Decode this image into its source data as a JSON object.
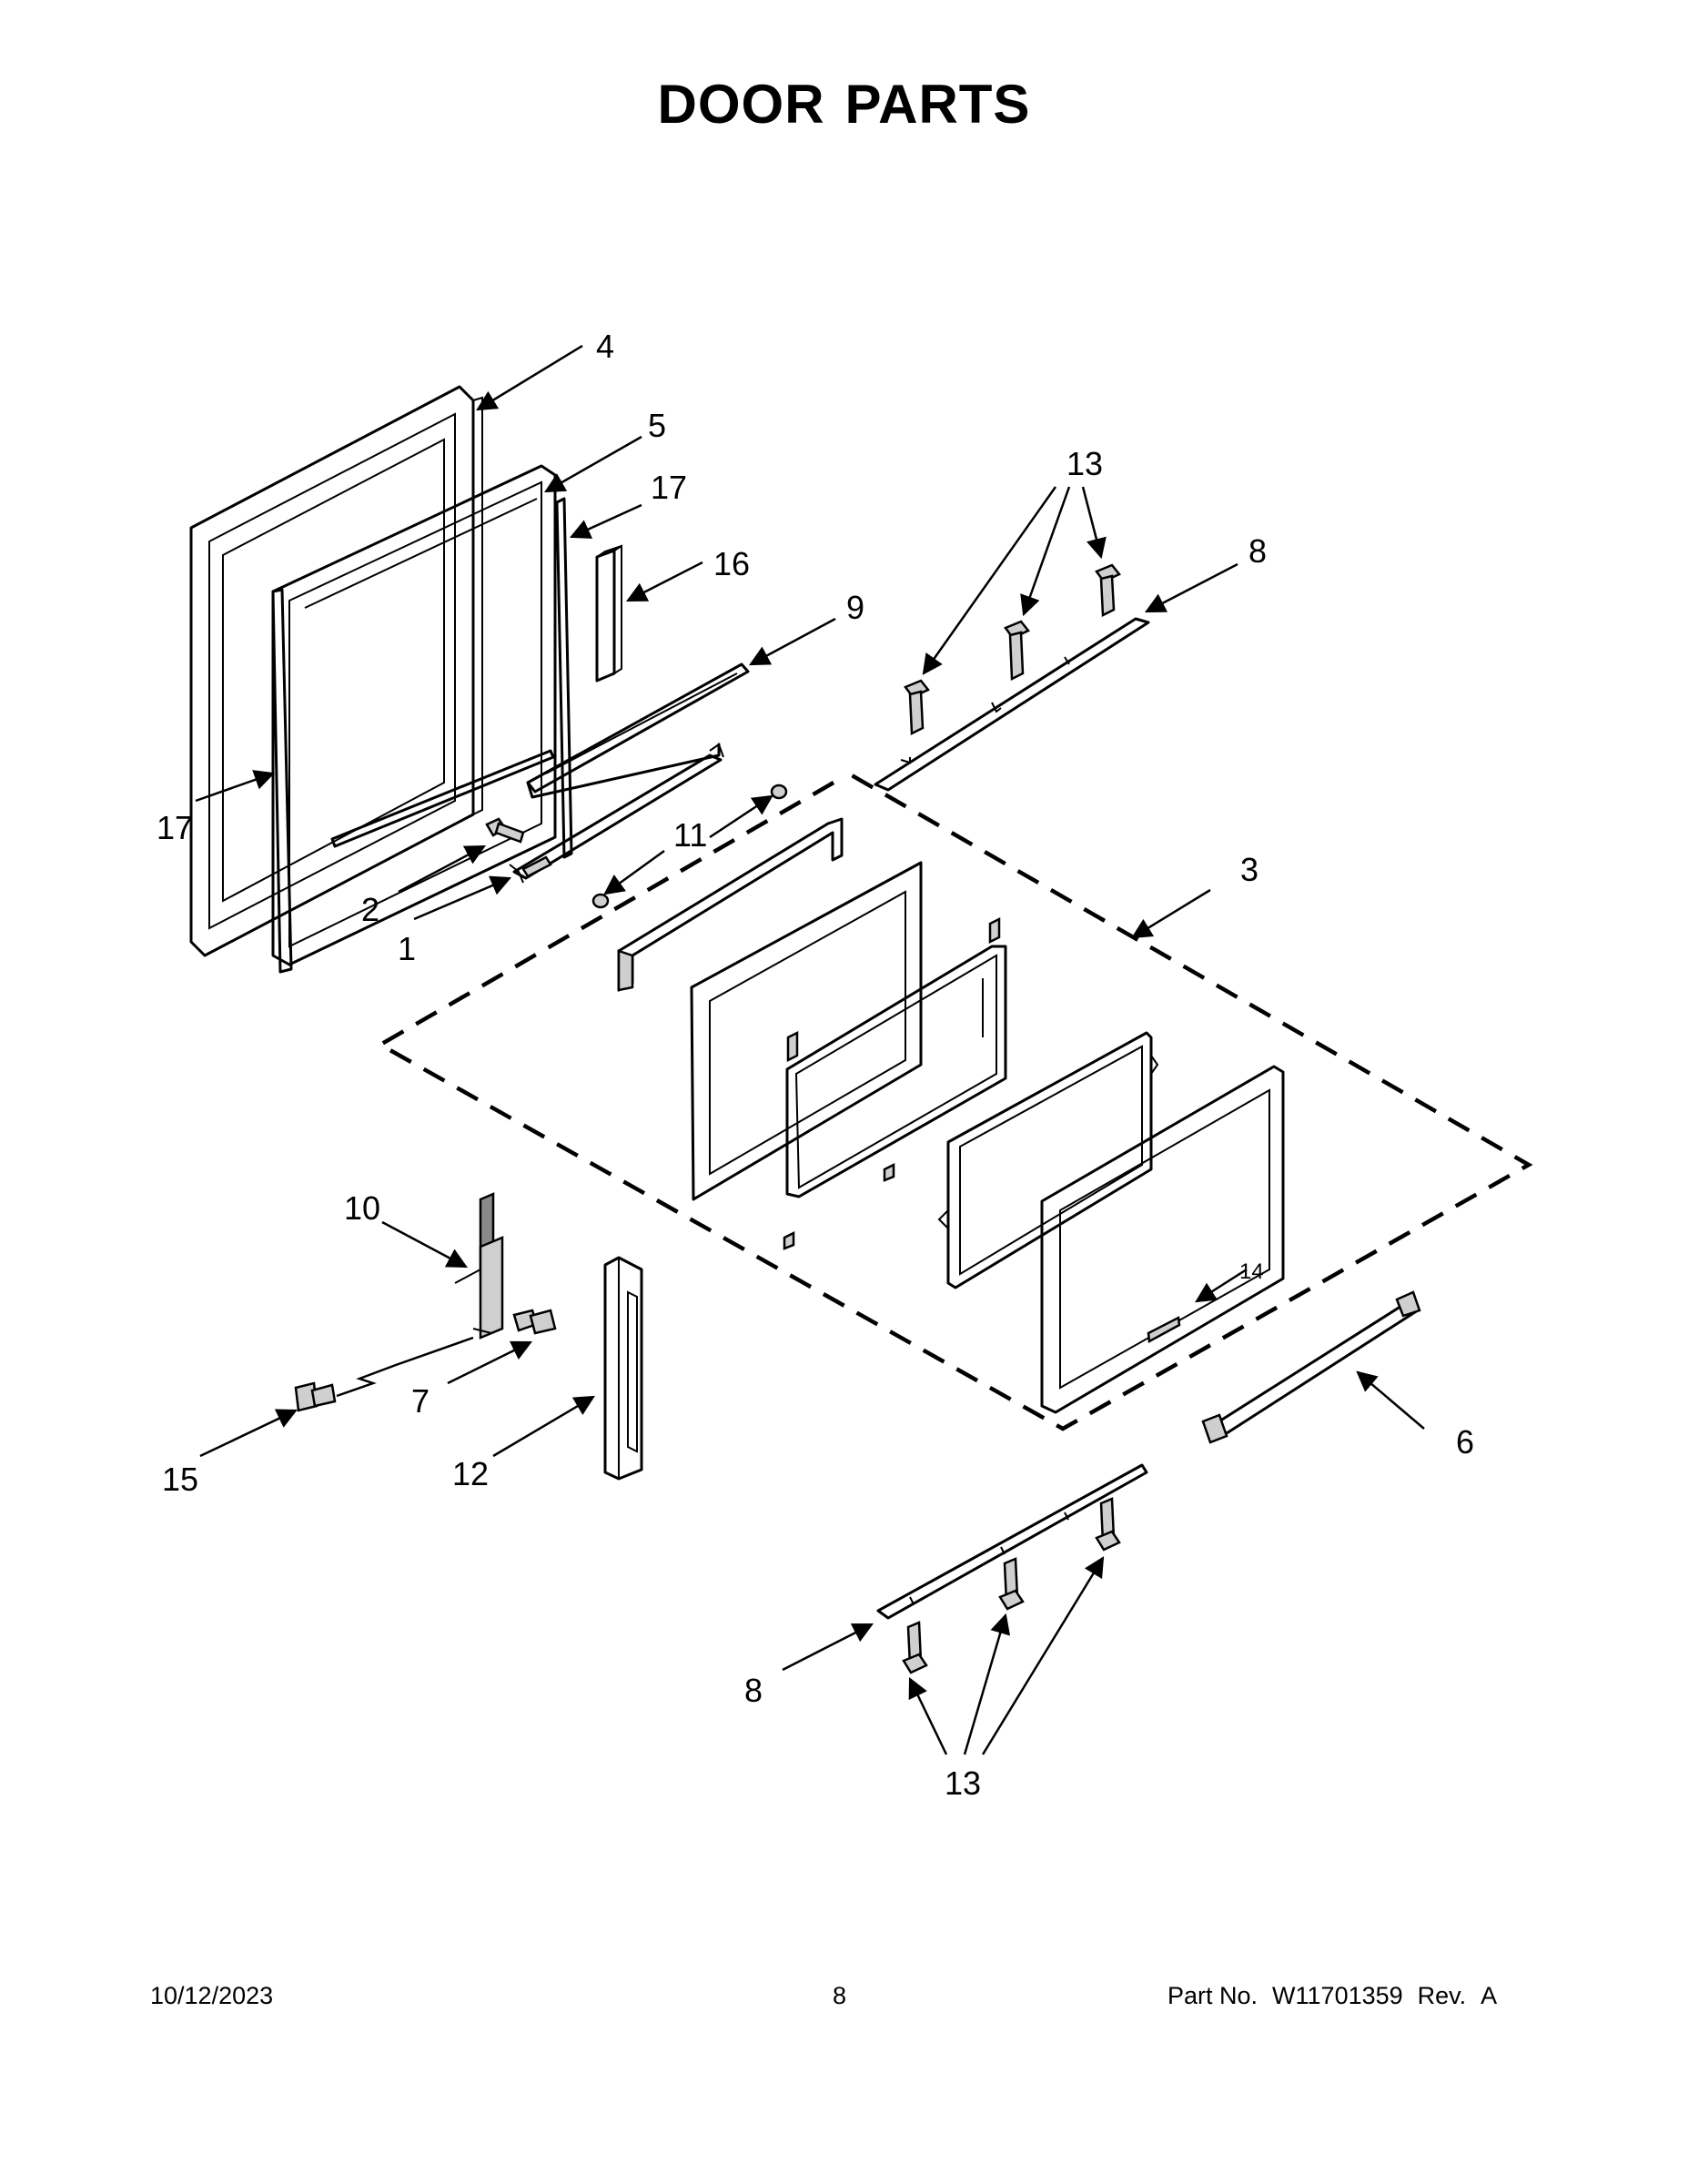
{
  "header": {
    "title_word1": "DOOR",
    "title_word2": "PARTS"
  },
  "callouts": {
    "c1": "1",
    "c2": "2",
    "c3": "3",
    "c4": "4",
    "c5": "5",
    "c6": "6",
    "c7": "7",
    "c8_top": "8",
    "c8_bottom": "8",
    "c9": "9",
    "c10": "10",
    "c11": "11",
    "c12": "12",
    "c13_top": "13",
    "c13_bottom": "13",
    "c14": "14",
    "c15": "15",
    "c16": "16",
    "c17_top": "17",
    "c17_left": "17"
  },
  "footer": {
    "date": "10/12/2023",
    "page": "8",
    "part_label": "Part No.",
    "part_number": "W11701359",
    "rev_label": "Rev.",
    "rev": "A"
  }
}
